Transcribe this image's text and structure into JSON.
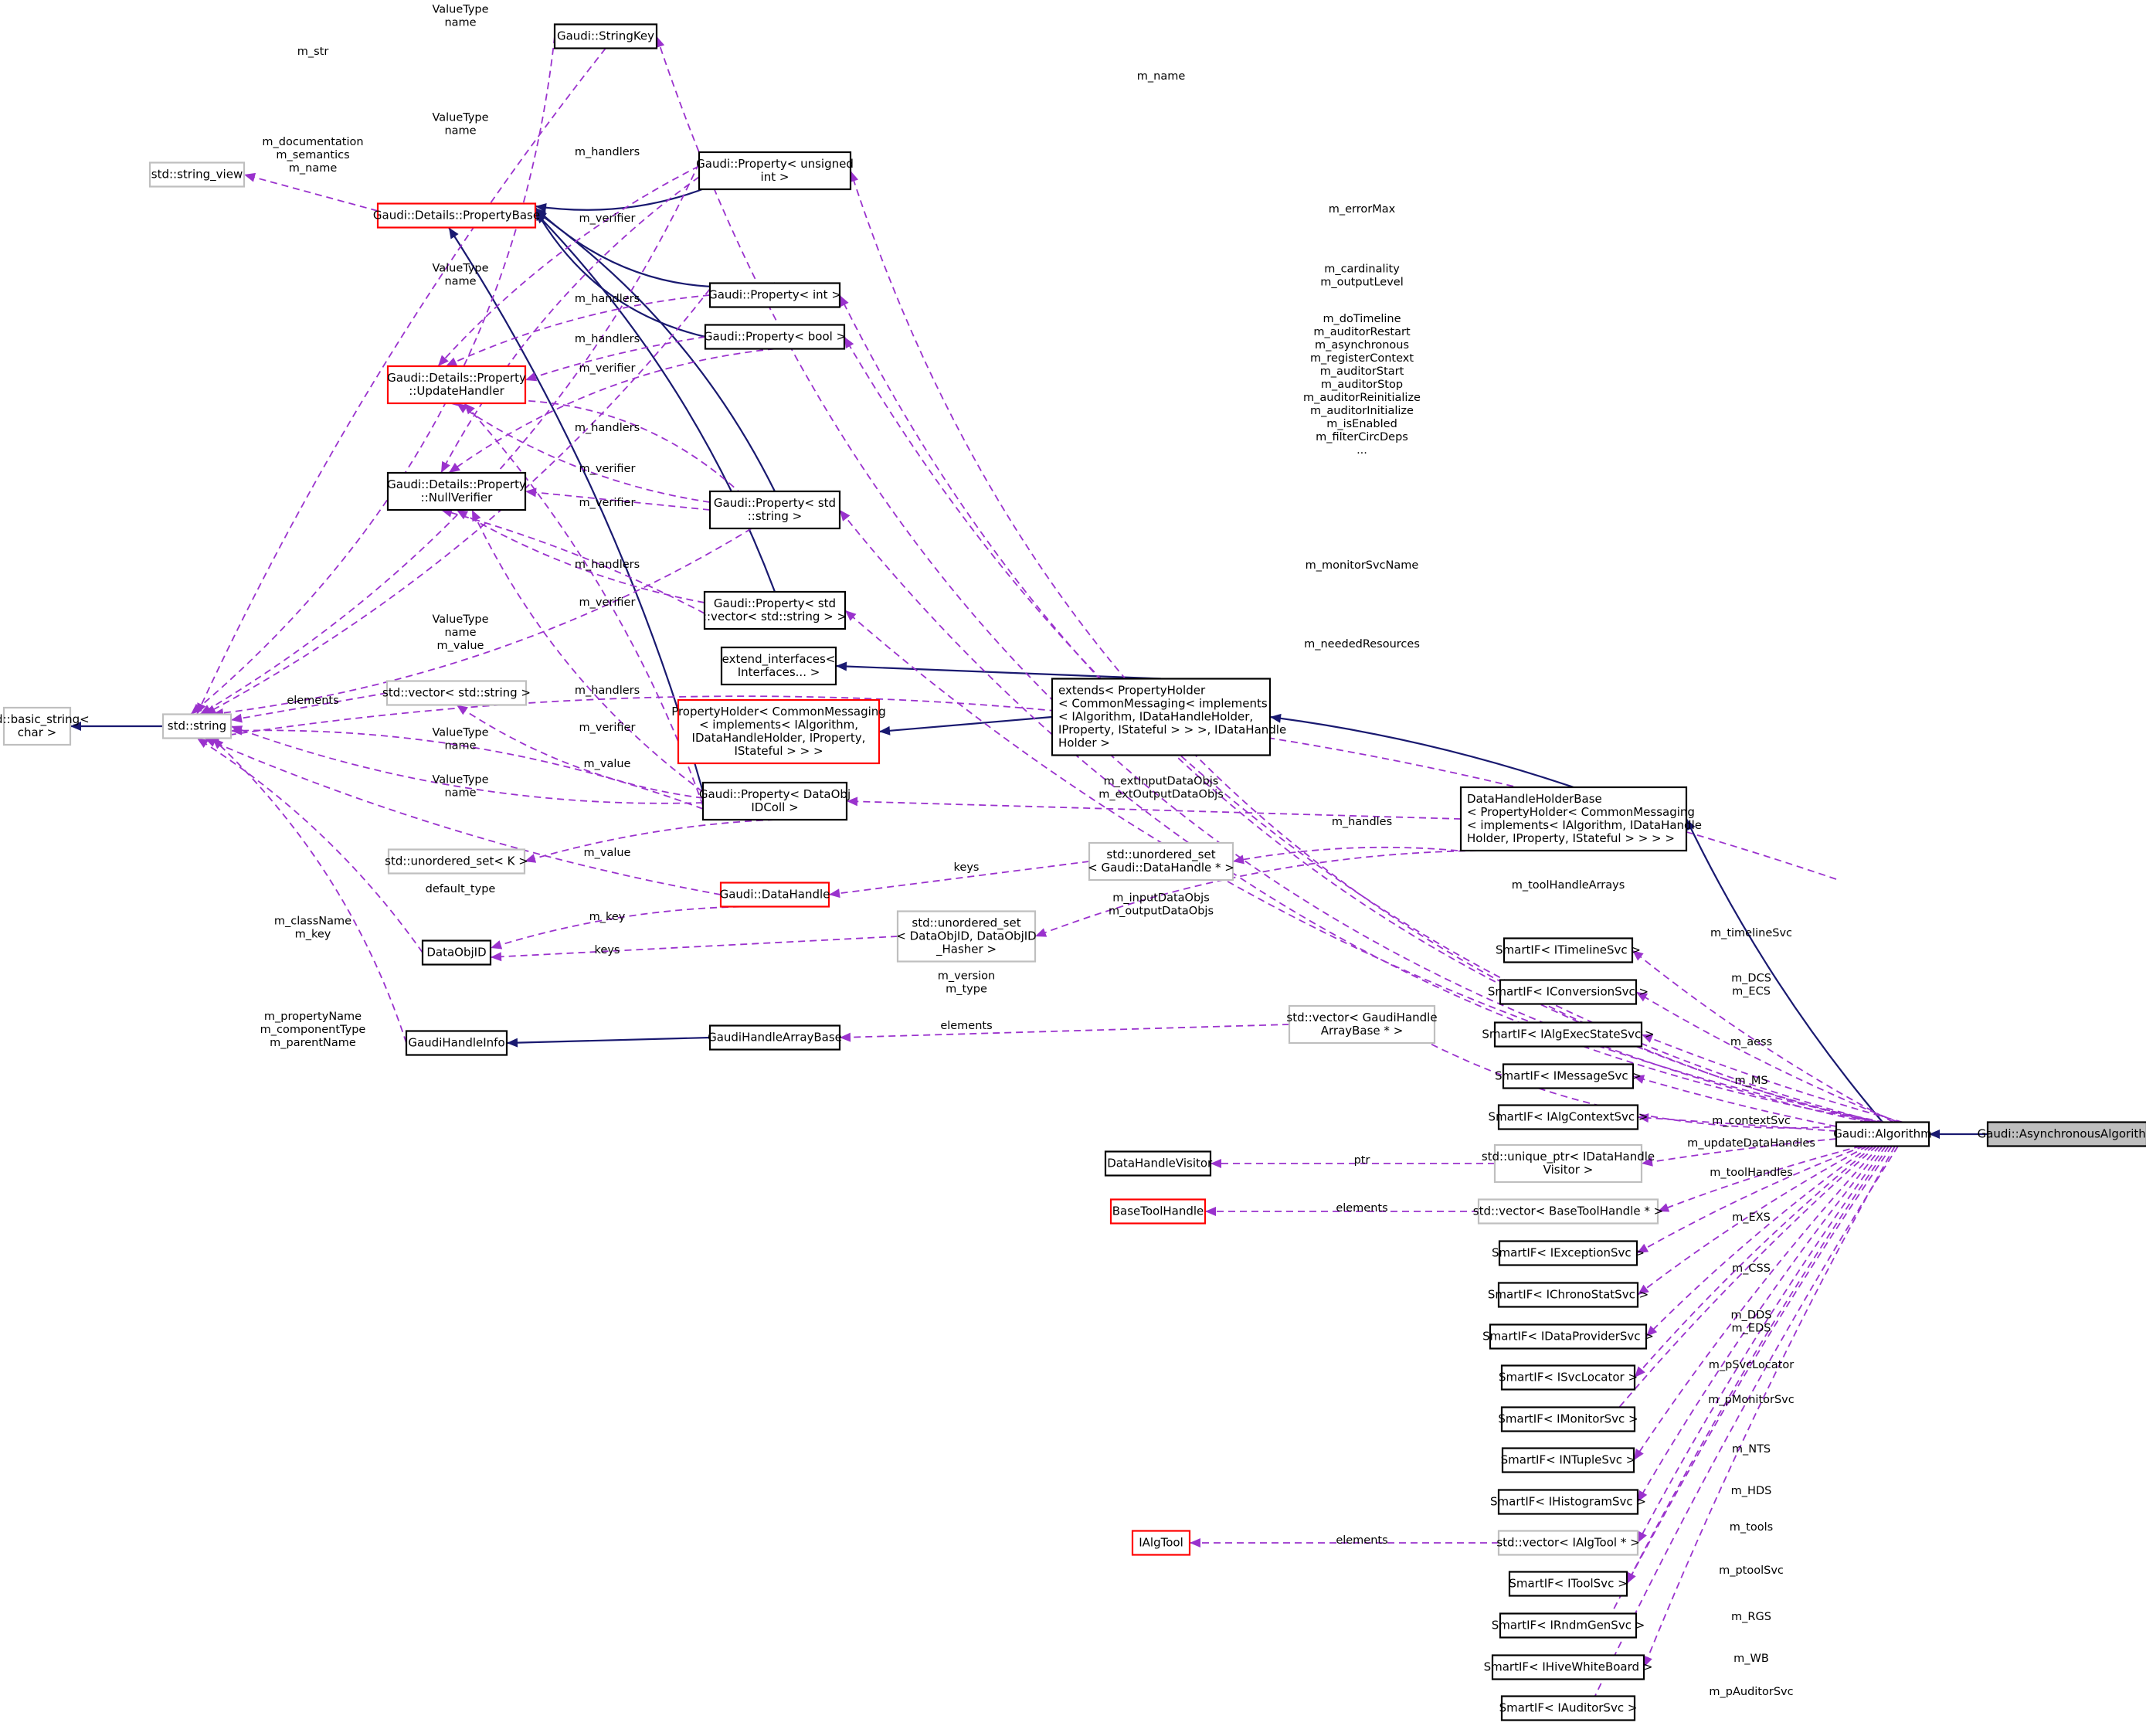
{
  "nodes": {
    "basic_string": [
      "std::basic_string<",
      "char >"
    ],
    "string": [
      "std::string"
    ],
    "string_view": [
      "std::string_view"
    ],
    "stringkey": [
      "Gaudi::StringKey"
    ],
    "propertybase": [
      "Gaudi::Details::PropertyBase"
    ],
    "updatehandler": [
      "Gaudi::Details::Property",
      "::UpdateHandler"
    ],
    "nullverifier": [
      "Gaudi::Details::Property",
      "::NullVerifier"
    ],
    "prop_unsigned": [
      "Gaudi::Property< unsigned",
      "int >"
    ],
    "prop_int": [
      "Gaudi::Property< int >"
    ],
    "prop_bool": [
      "Gaudi::Property< bool >"
    ],
    "prop_string": [
      "Gaudi::Property< std",
      "::string >"
    ],
    "prop_vector": [
      "Gaudi::Property< std",
      "::vector< std::string > >"
    ],
    "vector_string": [
      "std::vector< std::string >"
    ],
    "extend_interfaces": [
      "extend_interfaces<",
      "Interfaces... >"
    ],
    "propertyholder": [
      "PropertyHolder< CommonMessaging",
      "< implements< IAlgorithm,",
      "IDataHandleHolder, IProperty,",
      "IStateful > > >"
    ],
    "extends": [
      "extends< PropertyHolder",
      "< CommonMessaging< implements",
      "< IAlgorithm, IDataHandleHolder,",
      "IProperty, IStateful > > >, IDataHandle",
      "Holder >"
    ],
    "prop_dataobjidcoll": [
      "Gaudi::Property< DataObj",
      "IDColl >"
    ],
    "datahandleholderbase": [
      "DataHandleHolderBase",
      "< PropertyHolder< CommonMessaging",
      "< implements< IAlgorithm, IDataHandle",
      "Holder, IProperty, IStateful > > > >"
    ],
    "unordered_set_k": [
      "std::unordered_set< K >"
    ],
    "unordered_set_dh": [
      "std::unordered_set",
      "< Gaudi::DataHandle * >"
    ],
    "datahandle": [
      "Gaudi::DataHandle"
    ],
    "dataobjid": [
      "DataObjID"
    ],
    "unordered_set_doid": [
      "std::unordered_set",
      "< DataObjID, DataObjID",
      "_Hasher >"
    ],
    "gaudihandleinfo": [
      "GaudiHandleInfo"
    ],
    "gaudihandlearraybase": [
      "GaudiHandleArrayBase"
    ],
    "vector_gharray": [
      "std::vector< GaudiHandle",
      "ArrayBase * >"
    ],
    "algorithm": [
      "Gaudi::Algorithm"
    ],
    "async": [
      "Gaudi::AsynchronousAlgorithm"
    ],
    "timelinesvc": [
      "SmartIF< ITimelineSvc >"
    ],
    "conversionsvc": [
      "SmartIF< IConversionSvc >"
    ],
    "algexecstatesvc": [
      "SmartIF< IAlgExecStateSvc >"
    ],
    "messagesvc": [
      "SmartIF< IMessageSvc >"
    ],
    "algcontextsvc": [
      "SmartIF< IAlgContextSvc >"
    ],
    "idatahandlevisitor": [
      "IDataHandleVisitor"
    ],
    "unique_ptr_visitor": [
      "std::unique_ptr< IDataHandle",
      "Visitor >"
    ],
    "basetoolhandle": [
      "BaseToolHandle"
    ],
    "vector_basetoolhandle": [
      "std::vector< BaseToolHandle * >"
    ],
    "exceptionsvc": [
      "SmartIF< IExceptionSvc >"
    ],
    "chronostatsvc": [
      "SmartIF< IChronoStatSvc >"
    ],
    "dataprovidersvc": [
      "SmartIF< IDataProviderSvc >"
    ],
    "svclocator": [
      "SmartIF< ISvcLocator >"
    ],
    "monitorsvc": [
      "SmartIF< IMonitorSvc >"
    ],
    "ntuplesvc": [
      "SmartIF< INTupleSvc >"
    ],
    "histogramsvc": [
      "SmartIF< IHistogramSvc >"
    ],
    "ialgtool": [
      "IAlgTool"
    ],
    "vector_ialgtool": [
      "std::vector< IAlgTool * >"
    ],
    "toolsvc": [
      "SmartIF< IToolSvc >"
    ],
    "rndmgensvc": [
      "SmartIF< IRndmGenSvc >"
    ],
    "hivewhiteboard": [
      "SmartIF< IHiveWhiteBoard >"
    ],
    "auditorsvc": [
      "SmartIF< IAuditorSvc >"
    ]
  },
  "edge_labels": {
    "stringkey_string": [
      "ValueType",
      "name"
    ],
    "m_str": [
      "m_str"
    ],
    "doc_sem_name": [
      "m_documentation",
      "m_semantics",
      "m_name"
    ],
    "vt_name_2": [
      "ValueType",
      "name"
    ],
    "vt_name_3": [
      "ValueType",
      "name"
    ],
    "m_handlers_1": [
      "m_handlers"
    ],
    "m_verifier_1": [
      "m_verifier"
    ],
    "m_handlers_2": [
      "m_handlers"
    ],
    "m_handlers_3": [
      "m_handlers"
    ],
    "m_verifier_2": [
      "m_verifier"
    ],
    "m_handlers_4": [
      "m_handlers"
    ],
    "m_verifier_3": [
      "m_verifier"
    ],
    "m_verifier_4": [
      "m_verifier"
    ],
    "m_handlers_5": [
      "m_handlers"
    ],
    "m_verifier_5": [
      "m_verifier"
    ],
    "vt_name_value": [
      "ValueType",
      "name",
      "m_value"
    ],
    "elements_vecstr": [
      "elements"
    ],
    "m_handlers_6": [
      "m_handlers"
    ],
    "m_verifier_6": [
      "m_verifier"
    ],
    "vt_name_4": [
      "ValueType",
      "name"
    ],
    "m_value_1": [
      "m_value"
    ],
    "vt_name_5": [
      "ValueType",
      "name"
    ],
    "m_value_2": [
      "m_value"
    ],
    "default_type": [
      "default_type"
    ],
    "m_key": [
      "m_key"
    ],
    "classname_key": [
      "m_className",
      "m_key"
    ],
    "keys_1": [
      "keys"
    ],
    "keys_2": [
      "keys"
    ],
    "version_type": [
      "m_version",
      "m_type"
    ],
    "prop_comp_parent": [
      "m_propertyName",
      "m_componentType",
      "m_parentName"
    ],
    "elements_gh": [
      "elements"
    ],
    "m_name": [
      "m_name"
    ],
    "m_errormax": [
      "m_errorMax"
    ],
    "card_output": [
      "m_cardinality",
      "m_outputLevel"
    ],
    "bool_props": [
      "m_doTimeline",
      "m_auditorRestart",
      "m_asynchronous",
      "m_registerContext",
      "m_auditorStart",
      "m_auditorStop",
      "m_auditorReinitialize",
      "m_auditorInitialize",
      "m_isEnabled",
      "m_filterCircDeps",
      "..."
    ],
    "m_monitorsvcname": [
      "m_monitorSvcName"
    ],
    "m_neededresources": [
      "m_neededResources"
    ],
    "ext_in_out": [
      "m_extInputDataObjs",
      "m_extOutputDataObjs"
    ],
    "m_handles": [
      "m_handles"
    ],
    "in_out": [
      "m_inputDataObjs",
      "m_outputDataObjs"
    ],
    "m_toolhandlearrays": [
      "m_toolHandleArrays"
    ],
    "m_timelinesvc": [
      "m_timelineSvc"
    ],
    "dcs_ecs": [
      "m_DCS",
      "m_ECS"
    ],
    "m_aess": [
      "m_aess"
    ],
    "m_ms": [
      "m_MS"
    ],
    "m_contextsvc": [
      "m_contextSvc"
    ],
    "m_updatedatahandles": [
      "m_updateDataHandles"
    ],
    "ptr": [
      "ptr"
    ],
    "m_toolhandles": [
      "m_toolHandles"
    ],
    "elements_bth": [
      "elements"
    ],
    "m_exs": [
      "m_EXS"
    ],
    "m_css": [
      "m_CSS"
    ],
    "dds_eds": [
      "m_DDS",
      "m_EDS"
    ],
    "m_psvclocator": [
      "m_pSvcLocator"
    ],
    "m_pmonitorsvc": [
      "m_pMonitorSvc"
    ],
    "m_nts": [
      "m_NTS"
    ],
    "m_hds": [
      "m_HDS"
    ],
    "m_tools": [
      "m_tools"
    ],
    "elements_algtool": [
      "elements"
    ],
    "m_ptoolsvc": [
      "m_ptoolSvc"
    ],
    "m_rgs": [
      "m_RGS"
    ],
    "m_wb": [
      "m_WB"
    ],
    "m_pauditorsvc": [
      "m_pAuditorSvc"
    ]
  },
  "colors": {
    "dependency": "#9a32cd",
    "inheritance": "#191970",
    "focus_fill": "#bfbfbf",
    "undocumented_border": "#bfbfbf",
    "incomplete_border": "#ff0000"
  }
}
